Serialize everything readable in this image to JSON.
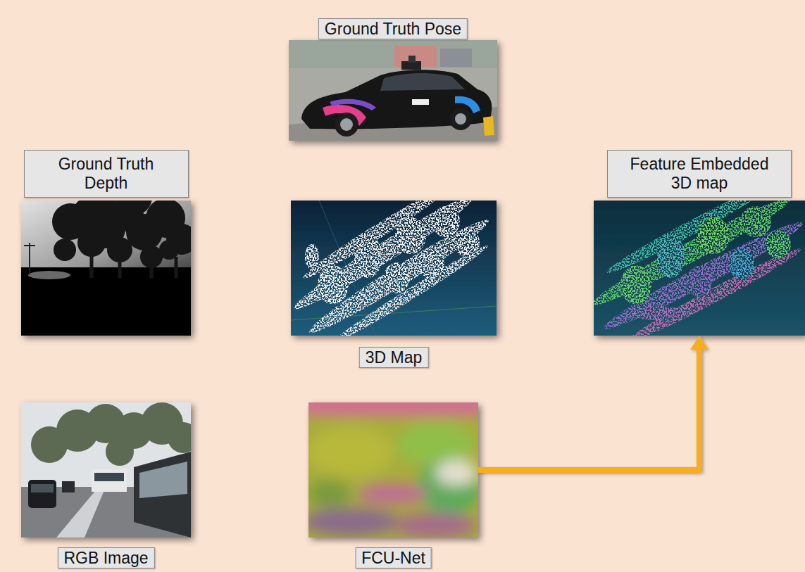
{
  "diagram": {
    "nodes": [
      {
        "text": [
          "Ground Truth Pose"
        ]
      },
      {
        "text": [
          "Ground Truth Depth"
        ]
      },
      {
        "text": [
          "3D Map"
        ]
      },
      {
        "text": [
          "Feature Embedded 3D map"
        ]
      },
      {
        "text": [
          "RGB Image"
        ]
      },
      {
        "text": [
          "FCU-Net"
        ]
      }
    ],
    "edges": [
      {
        "from": 0,
        "to": 2,
        "arrow": "to"
      },
      {
        "from": 1,
        "to": 2,
        "arrow": "to"
      },
      {
        "from": 2,
        "to": 3,
        "arrow": "to"
      },
      {
        "from": 4,
        "to": 5,
        "arrow": "to"
      },
      {
        "from": 5,
        "to": 3,
        "arrow": "to"
      }
    ]
  }
}
